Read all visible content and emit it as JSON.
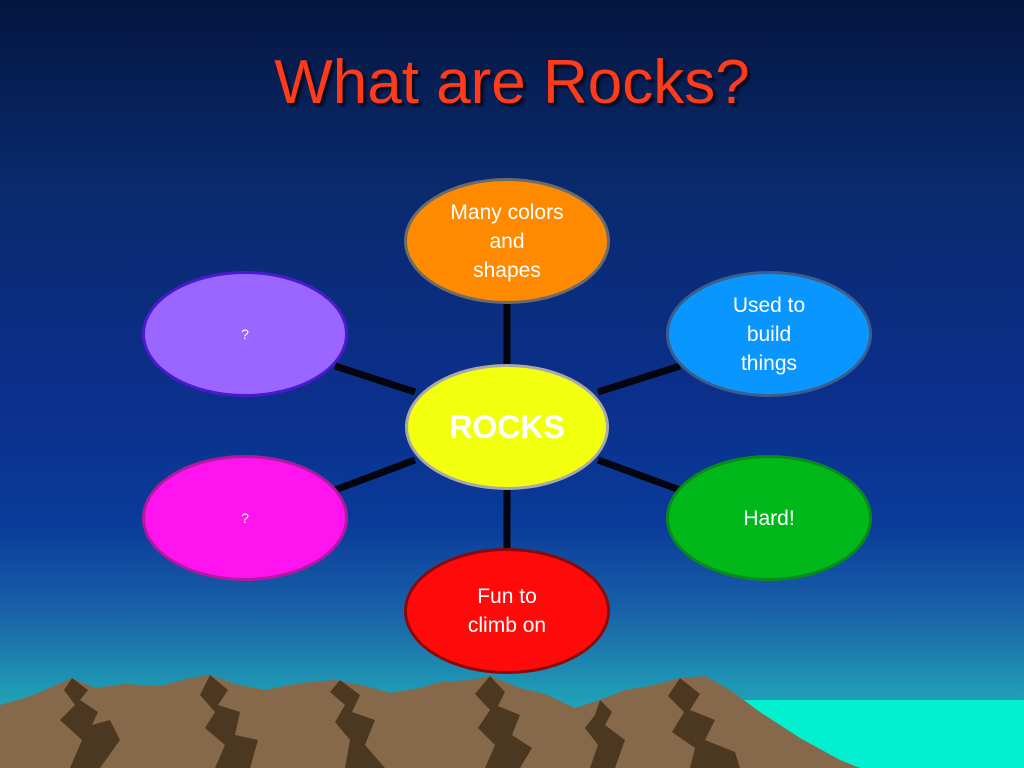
{
  "slide": {
    "title": "What are Rocks?",
    "center": {
      "label": "ROCKS",
      "color": "#f2ff0d"
    },
    "nodes": [
      {
        "id": "top",
        "label": "Many colors\nand\nshapes",
        "color": "#ff8a00"
      },
      {
        "id": "upper-right",
        "label": "Used to\nbuild\nthings",
        "color": "#0a96ff"
      },
      {
        "id": "lower-right",
        "label": "Hard!",
        "color": "#00b81a"
      },
      {
        "id": "bottom",
        "label": "Fun to\nclimb on",
        "color": "#ff0a0a"
      },
      {
        "id": "lower-left",
        "label": "?",
        "color": "#ff14f0"
      },
      {
        "id": "upper-left",
        "label": "?",
        "color": "#9a66ff"
      }
    ]
  },
  "colors": {
    "title": "#ff3b1a",
    "connector": "#05050f",
    "mountain": "#86694a",
    "mountain_shadow": "#4c3820",
    "water": "#00f0d0"
  }
}
